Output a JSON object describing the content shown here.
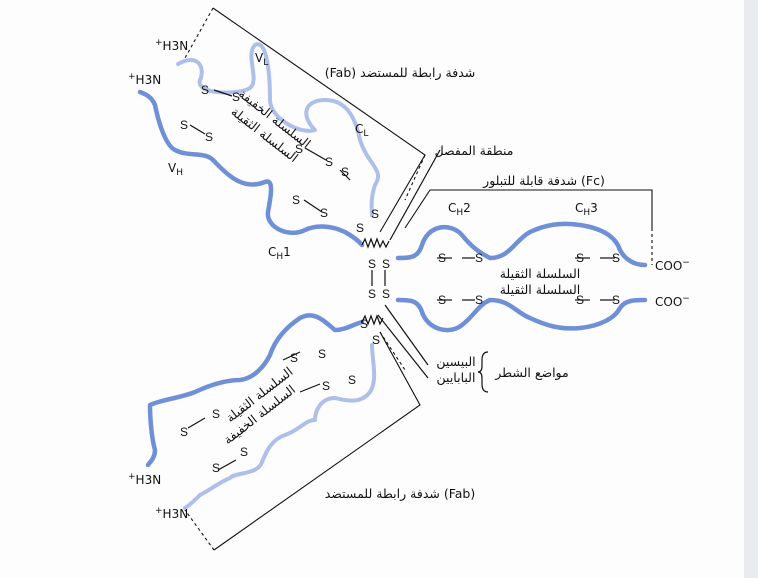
{
  "labels": {
    "n_terminus": "H3N",
    "plus": "+",
    "vl": "V",
    "vl_sub": "L",
    "cl": "C",
    "cl_sub": "L",
    "vh": "V",
    "vh_sub": "H",
    "ch1": "C",
    "ch1_sub": "H",
    "ch1_num": "1",
    "ch2": "C",
    "ch2_sub": "H",
    "ch2_num": "2",
    "ch3": "C",
    "ch3_sub": "H",
    "ch3_num": "3",
    "coo": "COO",
    "minus": "−",
    "s": "S"
  },
  "arabic": {
    "fab_top": "شدفة رابطة للمستضد (Fab)",
    "fab_bottom": "شدفة رابطة للمستضد (Fab)",
    "hinge": "منطقة المفصل",
    "fc": "شدفة قابلة للتبلور (Fc)",
    "light_chain": "السلسلة الخفيفة",
    "heavy_chain": "السلسلة الثقيلة",
    "pepsin": "البيسين",
    "papain": "البابايين",
    "cleavage_sites": "مواضع الشطر"
  }
}
